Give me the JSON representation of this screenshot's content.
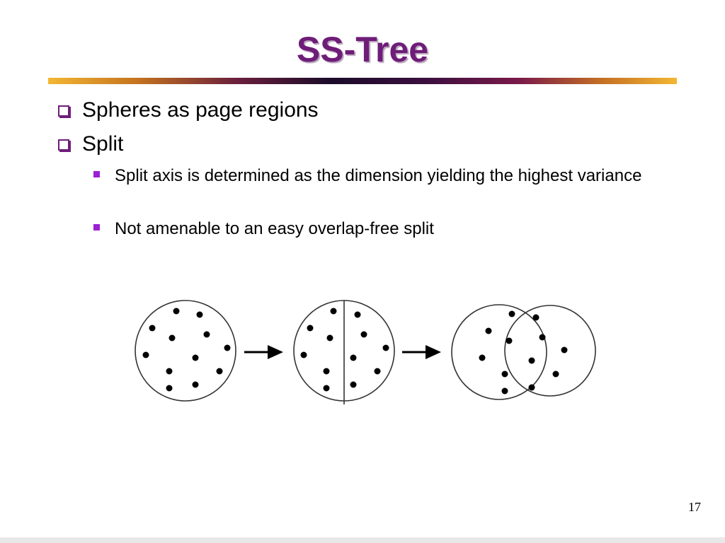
{
  "slide": {
    "title": "SS-Tree",
    "page_number": "17",
    "bullets": [
      {
        "text": "Spheres as page regions",
        "level": 1
      },
      {
        "text": "Split",
        "level": 1
      }
    ],
    "sub_bullets": [
      {
        "text": "Split axis is determined as the dimension yielding the highest variance",
        "level": 2
      },
      {
        "text": "Not amenable to an easy overlap-free split",
        "level": 2
      }
    ],
    "colors": {
      "title": "#6e1d78",
      "bullet_box": "#6e1d78",
      "sub_bullet": "#9b1fd4",
      "text": "#000000"
    },
    "figure": {
      "description_icons": [
        "circle-with-points",
        "arrow-right-icon",
        "circle-split-by-line",
        "arrow-right-icon",
        "overlapping-circles"
      ]
    }
  }
}
